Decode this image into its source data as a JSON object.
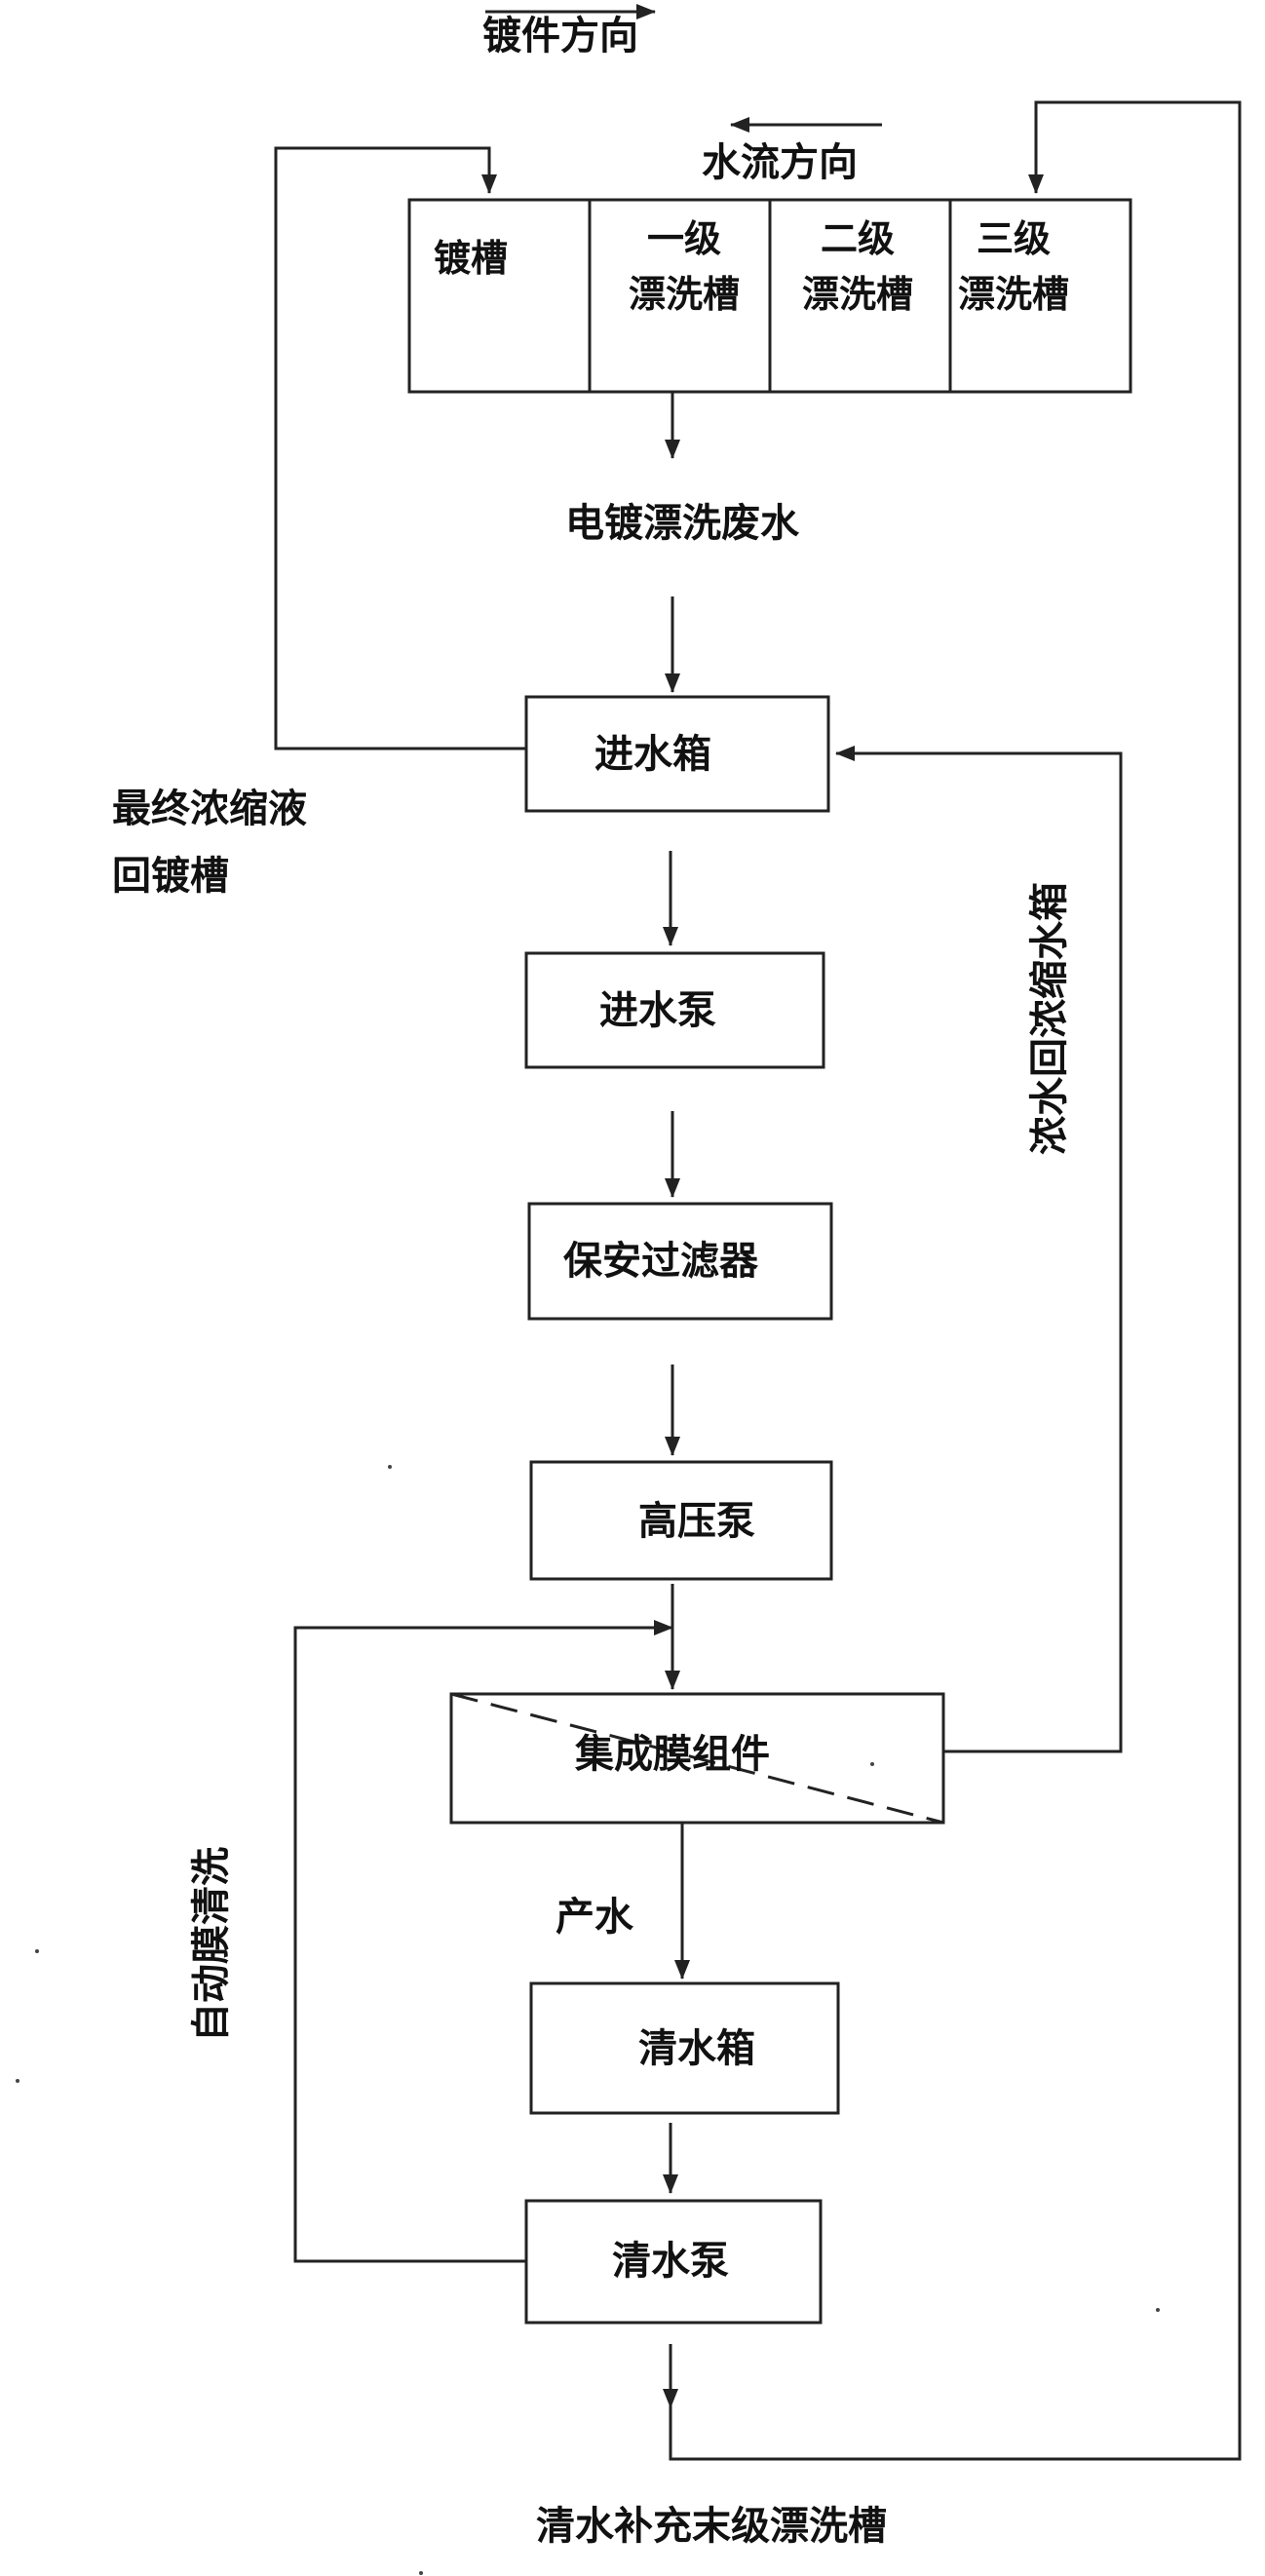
{
  "labels": {
    "plating_direction": "镀件方向",
    "water_flow_direction": "水流方向",
    "tank_plating": "镀槽",
    "tank_rinse1_line1": "一级",
    "tank_rinse1_line2": "漂洗槽",
    "tank_rinse2_line1": "二级",
    "tank_rinse2_line2": "漂洗槽",
    "tank_rinse3_line1": "三级",
    "tank_rinse3_line2": "漂洗槽",
    "wastewater": "电镀漂洗废水",
    "inlet_tank": "进水箱",
    "inlet_pump": "进水泵",
    "security_filter": "保安过滤器",
    "high_pressure_pump": "高压泵",
    "membrane_module": "集成膜组件",
    "product_water": "产水",
    "clean_water_tank": "清水箱",
    "clean_water_pump": "清水泵",
    "final_concentrate_line1": "最终浓缩液",
    "final_concentrate_line2": "回镀槽",
    "concentrate_return": "浓水回浓缩水箱",
    "auto_membrane_cleaning": "自动膜清洗",
    "clean_water_supplement": "清水补充末级漂洗槽"
  }
}
